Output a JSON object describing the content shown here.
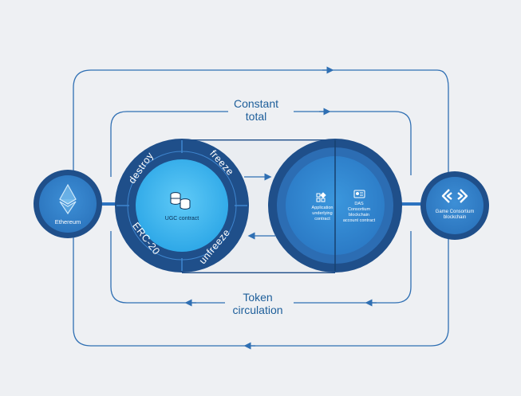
{
  "labels": {
    "constant_line1": "Constant",
    "constant_line2": "total",
    "token_line1": "Token",
    "token_line2": "circulation"
  },
  "nodes": {
    "ethereum": {
      "label": "Ethereum",
      "icon": "ethereum-icon"
    },
    "ugc": {
      "label": "UGC contract",
      "icon": "coin-stack-icon",
      "ring_labels": {
        "destroy": "destroy",
        "freeze": "freeze",
        "unfreeze": "unfreeze",
        "erc20": "ERC-20"
      }
    },
    "application": {
      "line1": "Application",
      "line2": "underlying",
      "line3": "contract",
      "icon": "app-blocks-icon"
    },
    "das": {
      "line1": "DAS",
      "line2": "Consortium",
      "line3": "blockchain",
      "line4": "account contract",
      "icon": "id-card-icon"
    },
    "game": {
      "line1": "Game Consortium",
      "line2": "blockchain",
      "icon": "chain-link-icon"
    }
  },
  "colors": {
    "background": "#eef0f3",
    "line": "#2f6fb3",
    "dark_blue": "#1f4f8a",
    "mid_blue": "#2c73c0",
    "light_blue": "#41b5ef"
  }
}
